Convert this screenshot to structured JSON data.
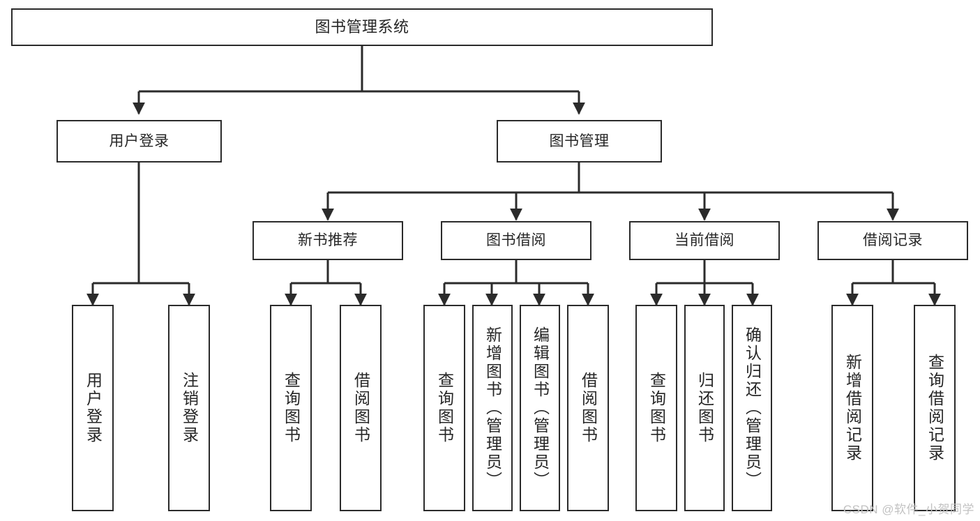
{
  "diagram": {
    "type": "tree",
    "title": "图书管理系统",
    "watermark": "CSDN @软件_小贺同学",
    "colors": {
      "border": "#2b2b2b",
      "text": "#262626",
      "background": "#ffffff",
      "edge": "#2b2b2b",
      "watermark": "#c2c2c2"
    },
    "nodes": {
      "root": {
        "label": "图书管理系统"
      },
      "level1": [
        {
          "label": "用户登录"
        },
        {
          "label": "图书管理"
        }
      ],
      "level2": [
        {
          "label": "新书推荐"
        },
        {
          "label": "图书借阅"
        },
        {
          "label": "当前借阅"
        },
        {
          "label": "借阅记录"
        }
      ],
      "leaves": {
        "user_login": [
          {
            "label": "用户登录"
          },
          {
            "label": "注销登录"
          }
        ],
        "new_book": [
          {
            "label": "查询图书"
          },
          {
            "label": "借阅图书"
          }
        ],
        "book_borrow": [
          {
            "label": "查询图书"
          },
          {
            "label": "新增图书（管理员）"
          },
          {
            "label": "编辑图书（管理员）"
          },
          {
            "label": "借阅图书"
          }
        ],
        "current_borrow": [
          {
            "label": "查询图书"
          },
          {
            "label": "归还图书"
          },
          {
            "label": "确认归还（管理员）"
          }
        ],
        "borrow_record": [
          {
            "label": "新增借阅记录"
          },
          {
            "label": "查询借阅记录"
          }
        ]
      }
    }
  }
}
